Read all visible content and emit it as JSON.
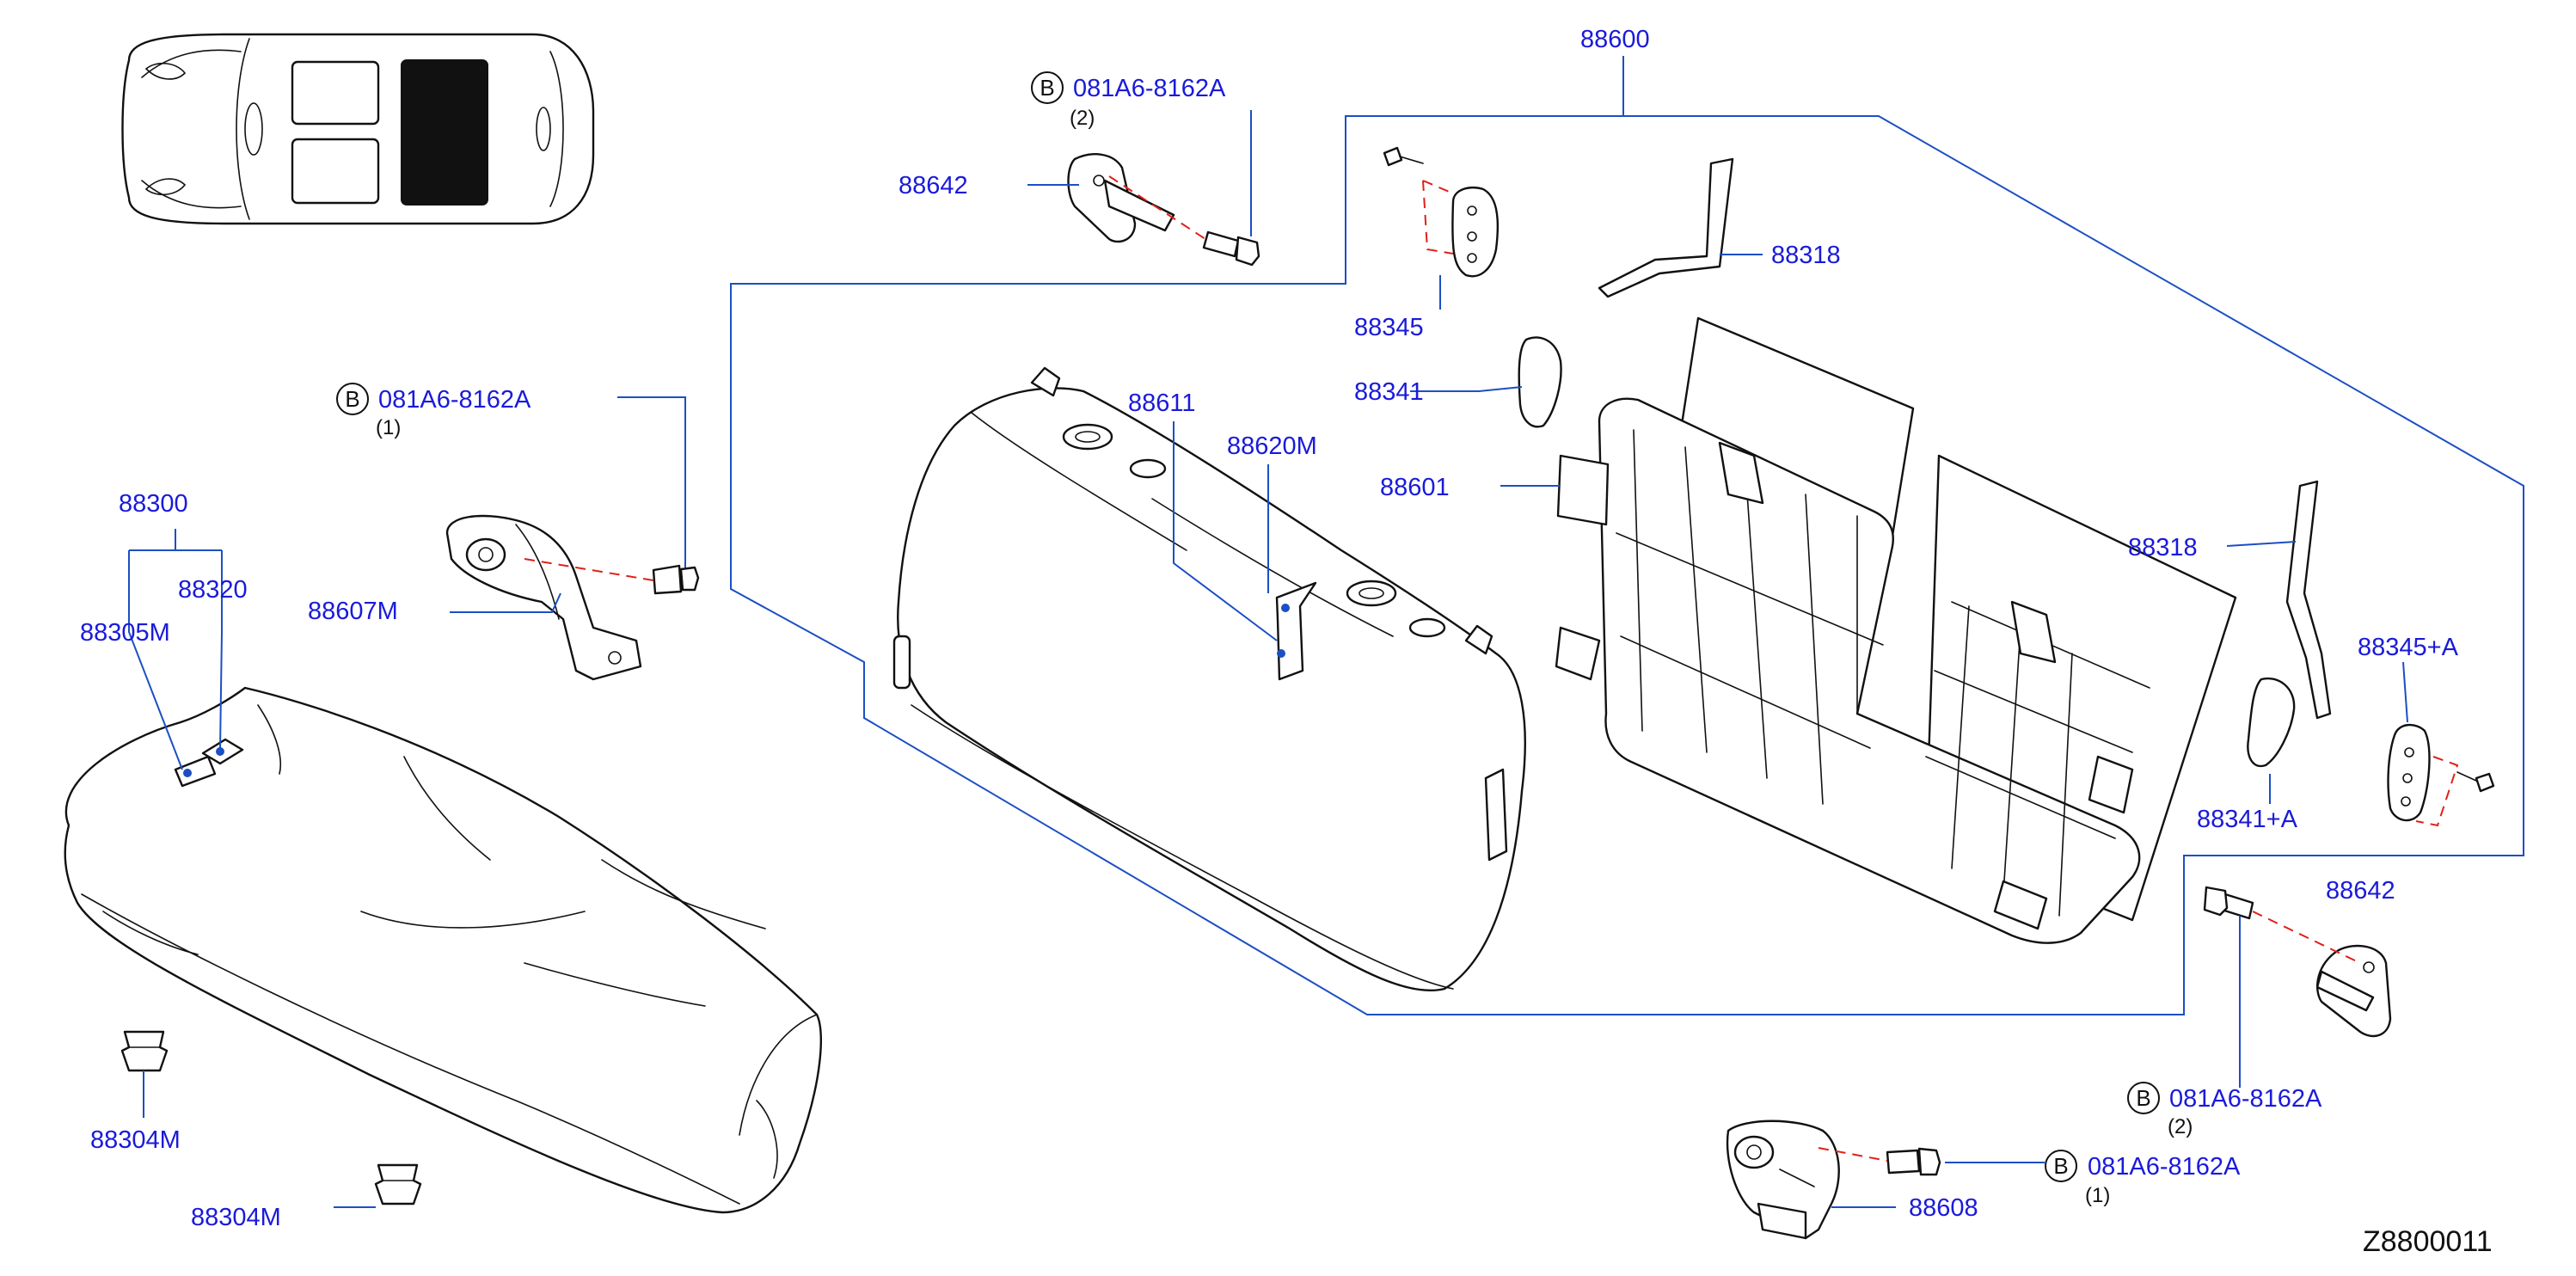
{
  "diagram_code": "Z8800011",
  "labels": {
    "p88600": "88600",
    "p88642_top": "88642",
    "p88345": "88345",
    "p88318_top": "88318",
    "p88341": "88341",
    "p88611": "88611",
    "p88620M": "88620M",
    "p88601": "88601",
    "p88318_right": "88318",
    "p88345A": "88345+A",
    "p88341A": "88341+A",
    "p88642_right": "88642",
    "p88608": "88608",
    "p88300": "88300",
    "p88320": "88320",
    "p88305M": "88305M",
    "p88607M": "88607M",
    "p88304M_a": "88304M",
    "p88304M_b": "88304M"
  },
  "bolt_callouts": [
    {
      "letter": "B",
      "part": "081A6-8162A",
      "qty": "(2)"
    },
    {
      "letter": "B",
      "part": "081A6-8162A",
      "qty": "(1)"
    },
    {
      "letter": "B",
      "part": "081A6-8162A",
      "qty": "(2)"
    },
    {
      "letter": "B",
      "part": "081A6-8162A",
      "qty": "(1)"
    }
  ],
  "colors": {
    "label_text": "#1a1adb",
    "leader_line": "#1c4fc4",
    "fastener_dash": "#e0201a",
    "line_art": "#111111",
    "highlighted_area": "#111111"
  }
}
